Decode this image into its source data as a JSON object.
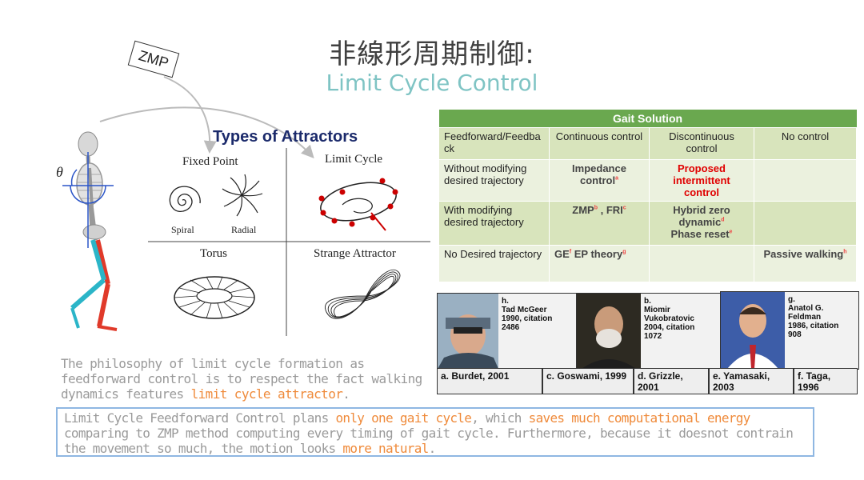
{
  "title": {
    "zh": "非線形周期制御:",
    "en": "Limit Cycle Control"
  },
  "zmp_label": "ZMP",
  "figure": {
    "theta": "θ"
  },
  "attractors": {
    "title": "Types of Attractors",
    "fixed_point": "Fixed Point",
    "limit_cycle": "Limit Cycle",
    "spiral": "Spiral",
    "radial": "Radial",
    "torus": "Torus",
    "strange": "Strange Attractor"
  },
  "philosophy": {
    "text": "The philosophy of limit cycle formation as feedforward control is to respect the fact walking dynamics features ",
    "highlight": "limit cycle attractor",
    "end": "."
  },
  "bottom": {
    "p1": "Limit Cycle Feedforward Control plans ",
    "h1": "only one gait cycle",
    "p2": ", which ",
    "h2": "saves much computational energy",
    "p3": " comparing to ZMP method computing every timing of gait cycle. Furthermore, because it doesnot contrain the movement so much, the motion looks ",
    "h3": "more natural",
    "p4": "."
  },
  "table": {
    "header": "Gait Solution",
    "row1": [
      "Feedforward/Feedba ck",
      "Continuous control",
      "Discontinuous control",
      "No control"
    ],
    "row2": {
      "label": "Without modifying desired trajectory",
      "c1": "Impedance control",
      "c1_sup": "a",
      "c2": "Proposed intermittent control"
    },
    "row3": {
      "label": "With modifying desired trajectory",
      "c1a": "ZMP",
      "c1a_sup": "b",
      "c1b": " , FRI",
      "c1b_sup": "c",
      "c2a": "Hybrid zero dynamic",
      "c2a_sup": "d",
      "c2b": "Phase reset",
      "c2b_sup": "e"
    },
    "row4": {
      "label": "No Desired trajectory",
      "c1a": "GE",
      "c1a_sup": "f",
      "c1b": " EP theory",
      "c1b_sup": "g",
      "c3": "Passive walking",
      "c3_sup": "h"
    }
  },
  "people": {
    "h": "h.\nTad McGeer\n1990, citation\n2486",
    "b": "b.\nMiomir\nVukobratovic\n2004, citation\n1072",
    "g": "g.\nAnatol G.\nFeldman\n1986, citation\n908"
  },
  "refs": [
    "a. Burdet, 2001",
    "c. Goswami, 1999",
    "d. Grizzle, 2001",
    "e. Yamasaki, 2003",
    "f. Taga, 1996"
  ]
}
